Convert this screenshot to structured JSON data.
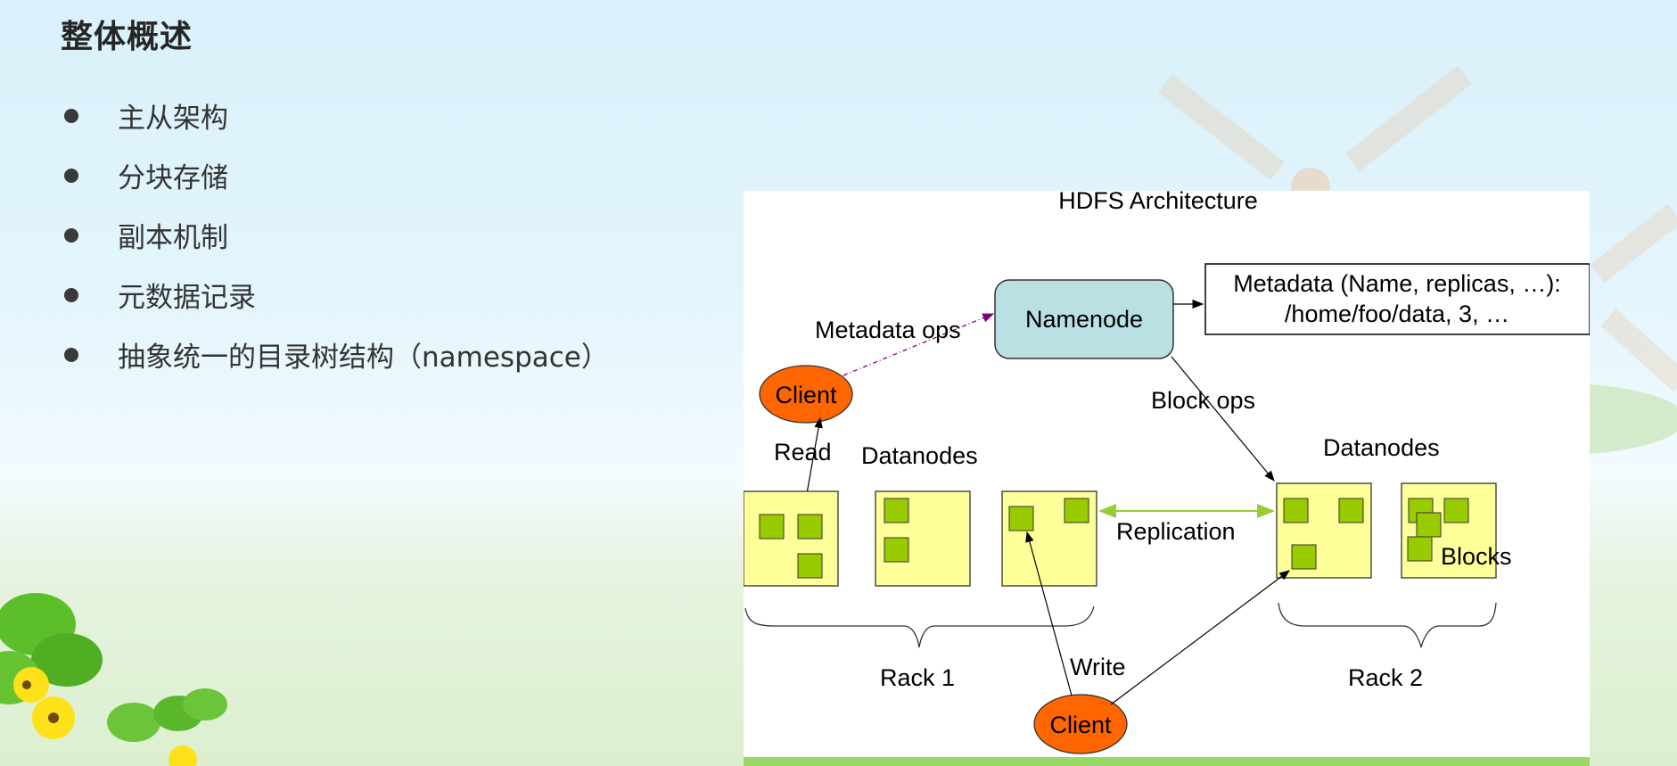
{
  "slide": {
    "title": "整体概述",
    "bullets": [
      "主从架构",
      "分块存储",
      "副本机制",
      "元数据记录",
      "抽象统一的目录树结构（namespace）"
    ]
  },
  "diagram": {
    "title": "HDFS Architecture",
    "namenode": "Namenode",
    "metadata_box": {
      "line1": "Metadata (Name, replicas, …):",
      "line2": "/home/foo/data, 3, …"
    },
    "labels": {
      "metadata_ops": "Metadata ops",
      "block_ops": "Block ops",
      "read": "Read",
      "write": "Write",
      "replication": "Replication",
      "datanodes_left": "Datanodes",
      "datanodes_right": "Datanodes",
      "blocks": "Blocks",
      "rack1": "Rack 1",
      "rack2": "Rack 2"
    },
    "clients": [
      "Client",
      "Client"
    ],
    "colors": {
      "namenode_fill": "#b9e0e3",
      "client_fill": "#ff6600",
      "datanode_fill": "#ffff99",
      "block_fill": "#99cc00",
      "metadata_ops_arrow": "#800080",
      "replication_arrow": "#99cc33"
    }
  }
}
